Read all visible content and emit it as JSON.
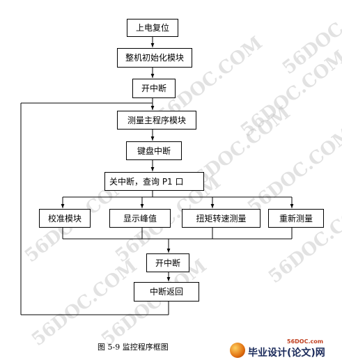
{
  "boxes": {
    "power_reset": "上电复位",
    "init_module": "整机初始化模块",
    "open_interrupt_1": "开中断",
    "main_program": "测量主程序模块",
    "keyboard_interrupt": "键盘中断",
    "close_interrupt_query": "关中断，查询 P1 口",
    "calibration": "校准模块",
    "show_peak": "显示峰值",
    "torque_speed": "扭矩转速测量",
    "remeasure": "重新测量",
    "open_interrupt_2": "开中断",
    "interrupt_return": "中断返回"
  },
  "caption": "图 5-9  监控程序框图",
  "watermarks": [
    "56DOC.COM",
    "56DOC.COM",
    "56DOC.COM",
    "56DOC.COM",
    "56DOC.COM",
    "56DOC.COM",
    "56DOC.COM",
    "56DOC.COM",
    "56DOC.COM",
    "56DOC.COM"
  ],
  "logo": {
    "top_text": "56DOC.com",
    "main_text": "毕业设计(论文)网"
  }
}
